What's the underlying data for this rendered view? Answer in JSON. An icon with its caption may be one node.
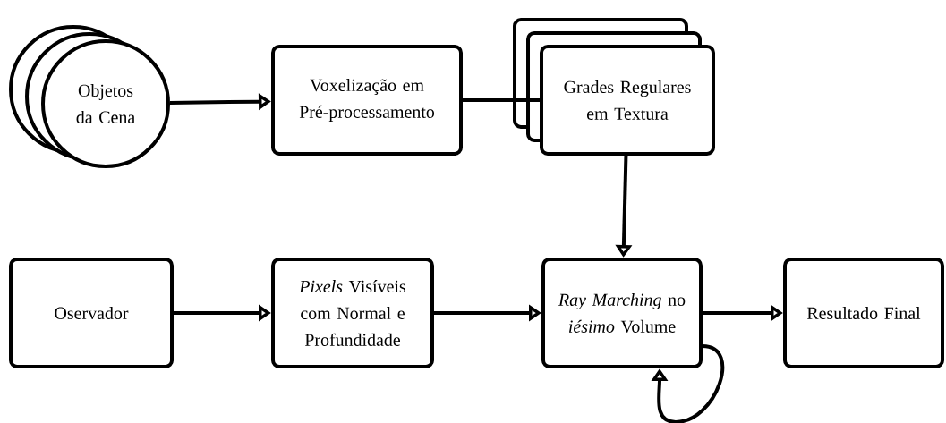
{
  "diagram": {
    "nodes": [
      {
        "text": [
          "Objetos da Cena"
        ]
      },
      {
        "text": [
          "Voxelização em Pré-processamento"
        ]
      },
      {
        "text": [
          "Grades Regulares em Textura"
        ]
      },
      {
        "text": [
          "Oservador"
        ]
      },
      {
        "text": [
          "*Pixels* Visíveis com Normal e Profundidade"
        ]
      },
      {
        "text": [
          "*Ray Marching* no *iésimo* Volume"
        ]
      },
      {
        "text": [
          "Resultado Final"
        ]
      }
    ],
    "edges": [
      {
        "from": 0,
        "to": 1,
        "arrow": "to"
      },
      {
        "from": 1,
        "to": 2,
        "arrow": "none"
      },
      {
        "from": 2,
        "to": 5,
        "arrow": "to"
      },
      {
        "from": 3,
        "to": 4,
        "arrow": "to"
      },
      {
        "from": 4,
        "to": 5,
        "arrow": "to"
      },
      {
        "from": 5,
        "to": 6,
        "arrow": "to"
      },
      {
        "from": 5,
        "to": 5,
        "arrow": "to"
      }
    ]
  }
}
